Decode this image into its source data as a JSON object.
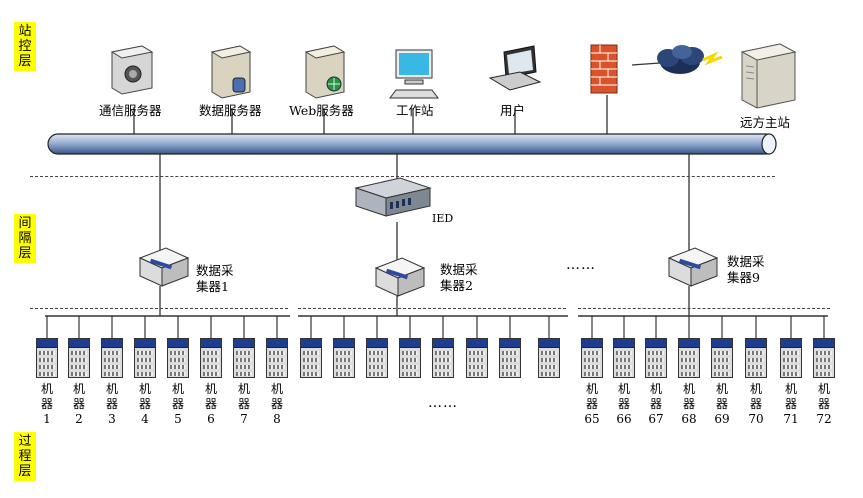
{
  "layers": {
    "station": "站控层",
    "bay": "间隔层",
    "process": "过程层"
  },
  "station_devices": {
    "comm_server": "通信服务器",
    "data_server": "数据服务器",
    "web_server": "Web服务器",
    "workstation": "工作站",
    "user": "用户",
    "remote_master": "远方主站"
  },
  "bay_devices": {
    "ied": "IED",
    "collector1": "数据采\n集器1",
    "collector2": "数据采\n集器2",
    "collector9": "数据采\n集器9",
    "ellipsis": "……"
  },
  "machines_left": [
    "1",
    "2",
    "3",
    "4",
    "5",
    "6",
    "7",
    "8"
  ],
  "machines_right": [
    "65",
    "66",
    "67",
    "68",
    "69",
    "70",
    "71",
    "72"
  ],
  "machine_prefix": "机\n器",
  "process_ellipsis": "……"
}
